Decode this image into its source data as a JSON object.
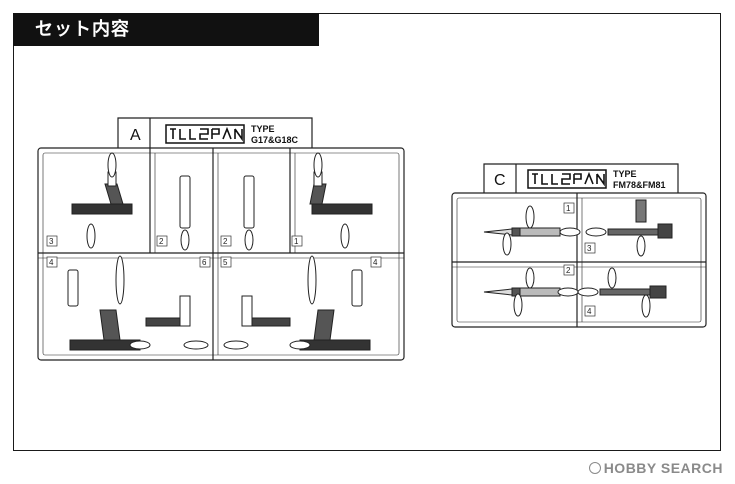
{
  "header": {
    "title": "セット内容"
  },
  "sprue_a": {
    "letter": "A",
    "type_label": "TYPE",
    "type_models": "G17&G18C",
    "part_numbers": [
      "3",
      "2",
      "2",
      "1",
      "4",
      "6",
      "5",
      "4"
    ]
  },
  "sprue_c": {
    "letter": "C",
    "type_label": "TYPE",
    "type_models": "FM78&FM81",
    "part_numbers": [
      "1",
      "3",
      "2",
      "4"
    ]
  },
  "watermark": {
    "text": "HOBBY SEARCH"
  }
}
